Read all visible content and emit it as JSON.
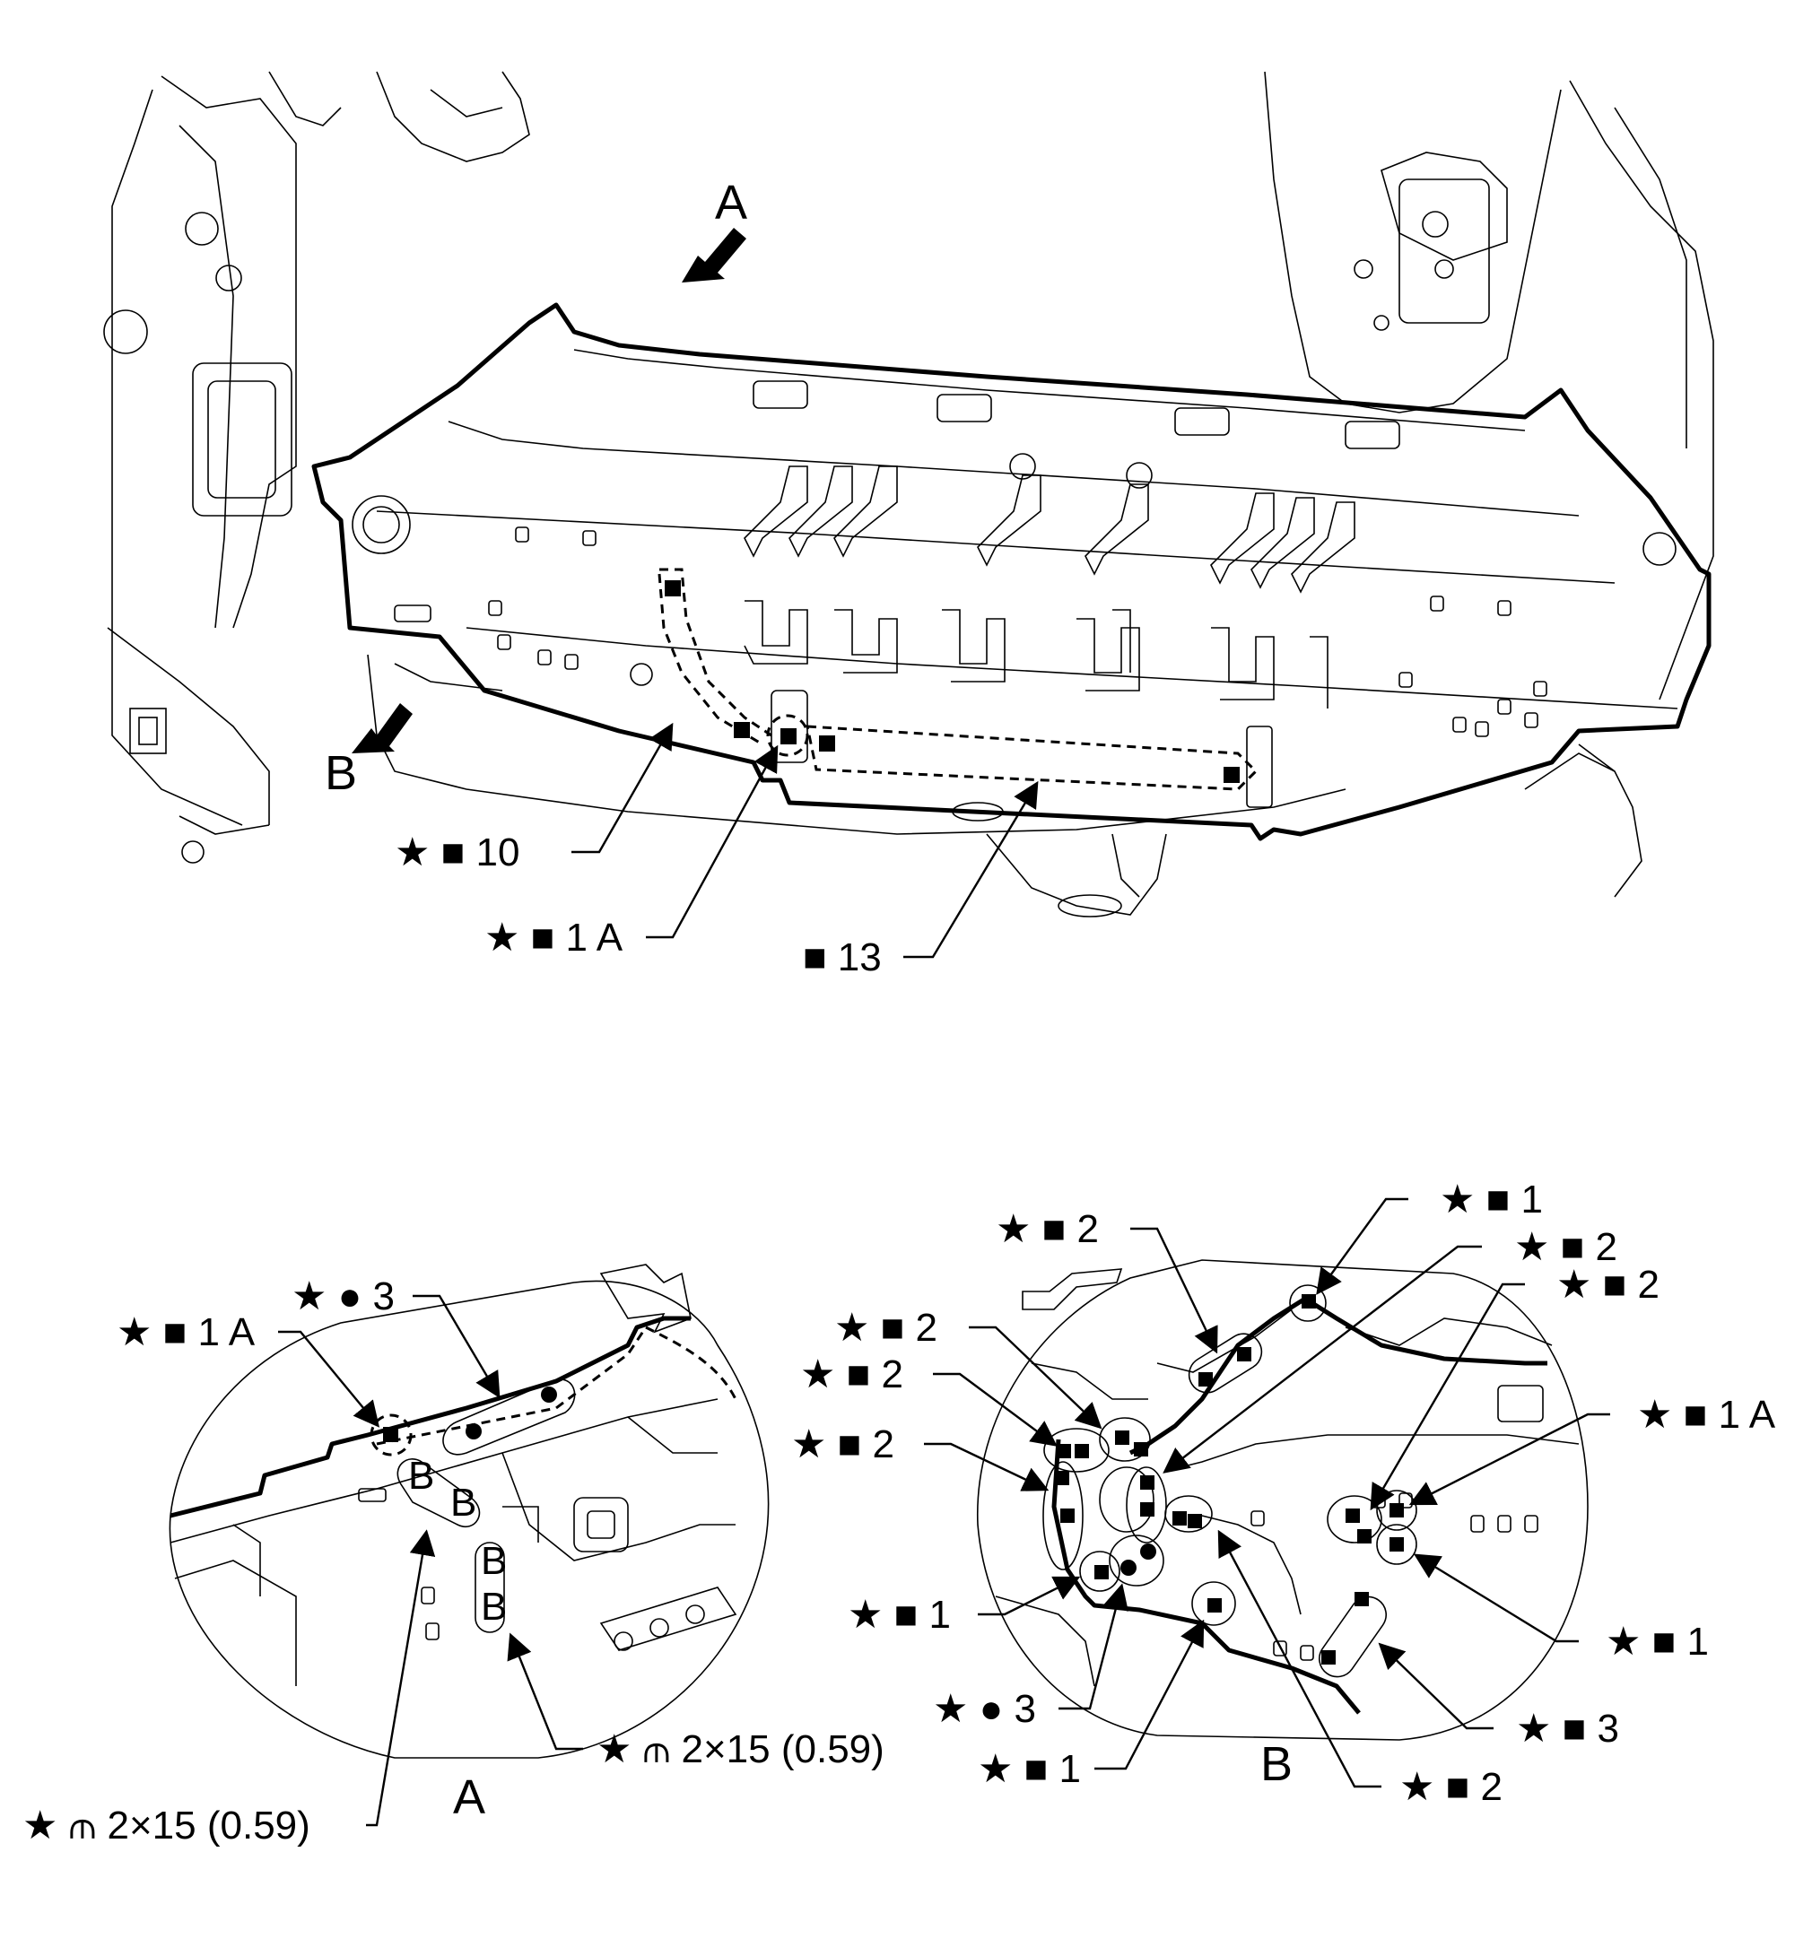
{
  "main_view": {
    "view_a_arrow": "A",
    "view_b_arrow": "B",
    "callout_10": "★ ■ 10",
    "callout_1a": "★ ■ 1 A",
    "callout_13": "■ 13"
  },
  "detail_a": {
    "title": "A",
    "callout_circle_3": "★ ● 3",
    "callout_sq_1a": "★ ■ 1 A",
    "callout_bolt_right": "★ ⫙ 2×15 (0.59)",
    "callout_bolt_left": "★ ⫙ 2×15 (0.59)"
  },
  "detail_b": {
    "title": "B",
    "callouts": {
      "sq2_top": "★ ■ 2",
      "sq1_top_right": "★ ■ 1",
      "sq2_upper_right": "★ ■ 2",
      "sq2_right": "★ ■ 2",
      "sq2_left_a": "★ ■ 2",
      "sq2_left_b": "★ ■ 2",
      "sq2_left_c": "★ ■ 2",
      "sq1a_right": "★ ■ 1 A",
      "sq1_left": "★ ■ 1",
      "sq1_right_low": "★ ■ 1",
      "circle3_left": "★ ● 3",
      "sq3_right": "★ ■ 3",
      "sq1_bottom": "★ ■ 1",
      "sq2_bottom": "★ ■ 2"
    }
  },
  "icons": [
    "star-icon",
    "square-weld-icon",
    "circle-weld-icon",
    "bolt-icon",
    "view-arrow-icon"
  ]
}
